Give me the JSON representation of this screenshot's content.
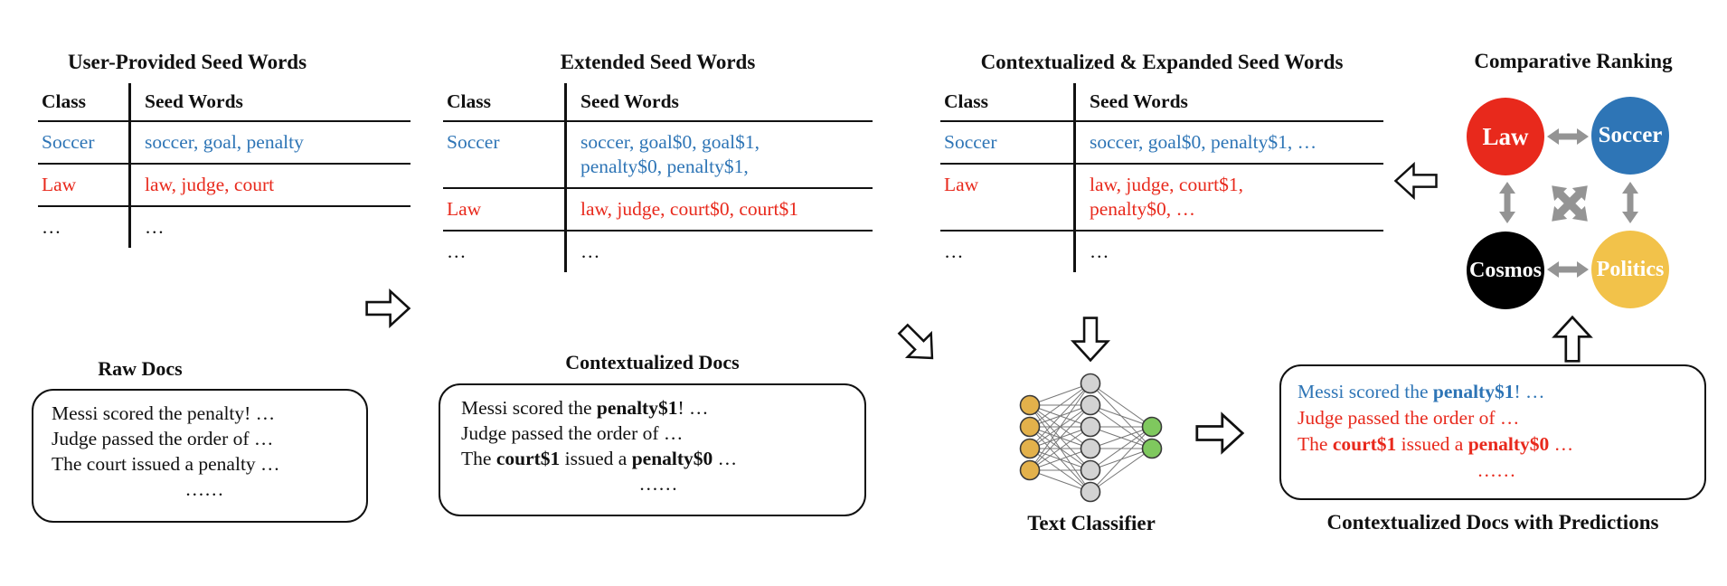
{
  "palette": {
    "blue": "#2E75B6",
    "red": "#E8291C",
    "yellow": "#F2C24A",
    "black": "#000000",
    "arrow_gray": "#949494",
    "nn_input": "#E3B14B",
    "nn_hidden": "#D3D3D3",
    "nn_output": "#7FC85E"
  },
  "tables": [
    {
      "title": "User-Provided Seed Words",
      "headers": [
        "Class",
        "Seed Words"
      ],
      "rows": [
        {
          "cls": "Soccer",
          "words": "soccer, goal, penalty",
          "color": "blue"
        },
        {
          "cls": "Law",
          "words": "law, judge, court",
          "color": "red"
        },
        {
          "cls": "…",
          "words": "…",
          "color": "black"
        }
      ]
    },
    {
      "title": "Extended Seed Words",
      "headers": [
        "Class",
        "Seed Words"
      ],
      "rows": [
        {
          "cls": "Soccer",
          "words": "soccer, goal$0, goal$1,\npenalty$0, penalty$1,",
          "color": "blue"
        },
        {
          "cls": "Law",
          "words": "law, judge, court$0, court$1",
          "color": "red"
        },
        {
          "cls": "…",
          "words": "…",
          "color": "black"
        }
      ]
    },
    {
      "title": "Contextualized & Expanded Seed Words",
      "headers": [
        "Class",
        "Seed Words"
      ],
      "rows": [
        {
          "cls": "Soccer",
          "words": "soccer, goal$0, penalty$1, …",
          "color": "blue"
        },
        {
          "cls": "Law",
          "words": "law, judge, court$1,\npenalty$0, …",
          "color": "red"
        },
        {
          "cls": "…",
          "words": "…",
          "color": "black"
        }
      ]
    }
  ],
  "ranking": {
    "title": "Comparative Ranking",
    "nodes": [
      {
        "label": "Law",
        "color": "#E8291C"
      },
      {
        "label": "Soccer",
        "color": "#2E75B6"
      },
      {
        "label": "Cosmos",
        "color": "#000000"
      },
      {
        "label": "Politics",
        "color": "#F2C24A"
      }
    ]
  },
  "raw_docs": {
    "title": "Raw Docs",
    "lines": [
      "Messi scored the penalty! …",
      "Judge passed the order of …",
      "The court issued a penalty …",
      "……"
    ]
  },
  "ctx_docs": {
    "title": "Contextualized Docs",
    "lines": [
      {
        "segments": [
          {
            "t": "Messi scored the "
          },
          {
            "t": "penalty$1",
            "b": true
          },
          {
            "t": "! …"
          }
        ]
      },
      {
        "segments": [
          {
            "t": "Judge passed the order of …"
          }
        ]
      },
      {
        "segments": [
          {
            "t": "The "
          },
          {
            "t": "court$1",
            "b": true
          },
          {
            "t": " issued a "
          },
          {
            "t": "penalty$0",
            "b": true
          },
          {
            "t": " …"
          }
        ]
      },
      {
        "segments": [
          {
            "t": "……"
          }
        ],
        "center": true
      }
    ]
  },
  "classifier": {
    "label": "Text Classifier",
    "network": {
      "input_nodes": 4,
      "hidden_nodes": 6,
      "output_nodes": 2
    }
  },
  "predictions": {
    "label": "Contextualized Docs with Predictions",
    "lines": [
      {
        "color": "blue",
        "segments": [
          {
            "t": "Messi scored the "
          },
          {
            "t": "penalty$1",
            "b": true
          },
          {
            "t": "! …"
          }
        ]
      },
      {
        "color": "red",
        "segments": [
          {
            "t": "Judge passed the order of …"
          }
        ]
      },
      {
        "color": "red",
        "segments": [
          {
            "t": "The "
          },
          {
            "t": "court$1",
            "b": true
          },
          {
            "t": " issued a "
          },
          {
            "t": "penalty$0",
            "b": true
          },
          {
            "t": " …"
          }
        ]
      },
      {
        "color": "red",
        "segments": [
          {
            "t": "……"
          }
        ],
        "center": true
      }
    ]
  }
}
